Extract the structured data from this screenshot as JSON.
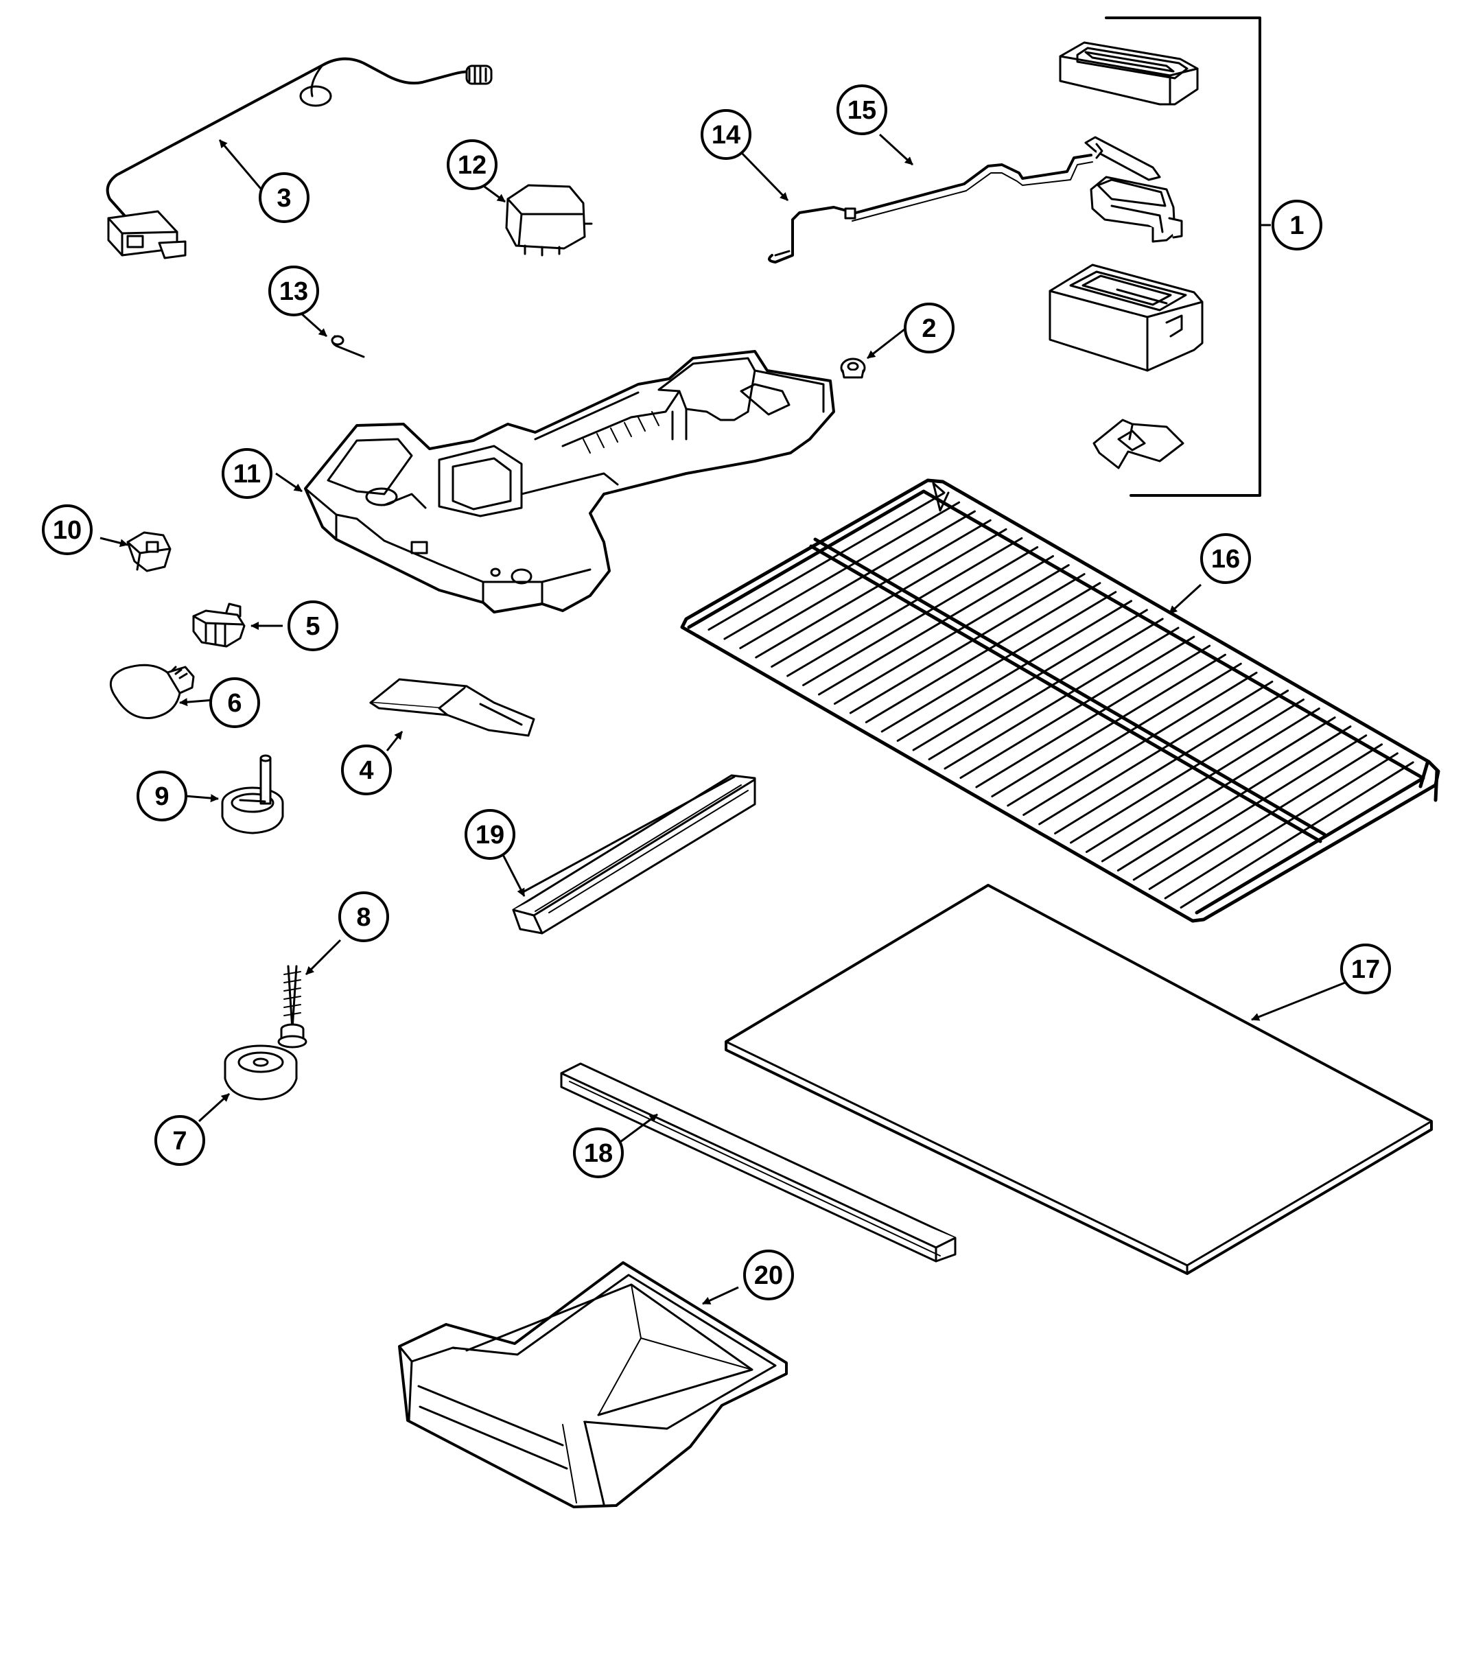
{
  "colors": {
    "ink": "#000000",
    "paper": "#ffffff",
    "light_ink": "#555555"
  },
  "callouts": [
    {
      "id": "callout-1",
      "label": "1"
    },
    {
      "id": "callout-2",
      "label": "2"
    },
    {
      "id": "callout-3",
      "label": "3"
    },
    {
      "id": "callout-4",
      "label": "4"
    },
    {
      "id": "callout-5",
      "label": "5"
    },
    {
      "id": "callout-6",
      "label": "6"
    },
    {
      "id": "callout-7",
      "label": "7"
    },
    {
      "id": "callout-8",
      "label": "8"
    },
    {
      "id": "callout-9",
      "label": "9"
    },
    {
      "id": "callout-10",
      "label": "10"
    },
    {
      "id": "callout-11",
      "label": "11"
    },
    {
      "id": "callout-12",
      "label": "12"
    },
    {
      "id": "callout-13",
      "label": "13"
    },
    {
      "id": "callout-14",
      "label": "14"
    },
    {
      "id": "callout-15",
      "label": "15"
    },
    {
      "id": "callout-16",
      "label": "16"
    },
    {
      "id": "callout-17",
      "label": "17"
    },
    {
      "id": "callout-18",
      "label": "18"
    },
    {
      "id": "callout-19",
      "label": "19"
    },
    {
      "id": "callout-20",
      "label": "20"
    }
  ]
}
